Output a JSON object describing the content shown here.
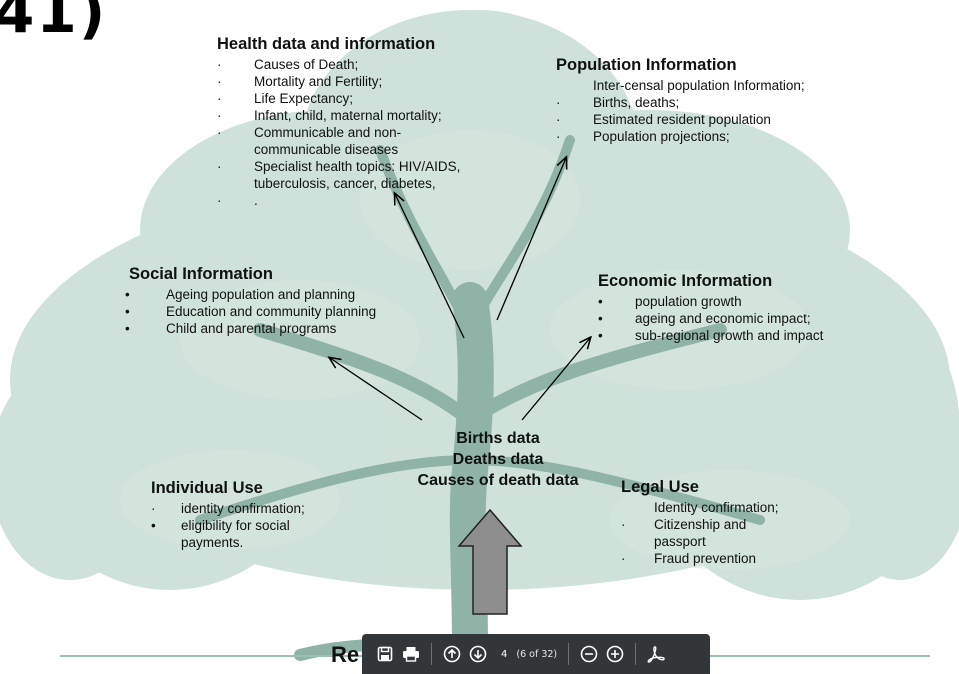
{
  "heading_fragment": "41)",
  "health": {
    "title": "Health data and information",
    "items": [
      {
        "marker": "·",
        "text": "Causes of Death;"
      },
      {
        "marker": "·",
        "text": "Mortality and Fertility;"
      },
      {
        "marker": "·",
        "text": "Life Expectancy;"
      },
      {
        "marker": "·",
        "text": "Infant, child, maternal mortality;"
      },
      {
        "marker": "·",
        "text": "Communicable and non-communicable diseases"
      },
      {
        "marker": "·",
        "text": "Specialist health topics: HIV/AIDS, tuberculosis, cancer, diabetes,"
      },
      {
        "marker": "·",
        "text": "."
      }
    ]
  },
  "population": {
    "title": "Population Information",
    "items": [
      {
        "marker": "",
        "text": "Inter-censal population Information;"
      },
      {
        "marker": "·",
        "text": "Births, deaths;"
      },
      {
        "marker": "·",
        "text": "Estimated resident population"
      },
      {
        "marker": "·",
        "text": "Population projections;"
      }
    ]
  },
  "social": {
    "title": "Social Information",
    "items": [
      {
        "marker": "•",
        "text": "Ageing population and planning"
      },
      {
        "marker": "•",
        "text": "Education and community planning"
      },
      {
        "marker": "•",
        "text": "Child and parental programs"
      }
    ]
  },
  "economic": {
    "title": "Economic Information",
    "items": [
      {
        "marker": "•",
        "text": "population growth"
      },
      {
        "marker": "•",
        "text": "ageing and economic impact;"
      },
      {
        "marker": "•",
        "text": "sub-regional growth and impact"
      }
    ]
  },
  "center": {
    "line1": "Births data",
    "line2": "Deaths data",
    "line3": "Causes of death data"
  },
  "individual": {
    "title": "Individual Use",
    "items": [
      {
        "marker": "·",
        "text": "identity confirmation;"
      },
      {
        "marker": "•",
        "text": "eligibility for social payments."
      }
    ]
  },
  "legal": {
    "title": "Legal Use",
    "items": [
      {
        "marker": "",
        "text": "Identity confirmation;"
      },
      {
        "marker": "·",
        "text": "Citizenship and passport"
      },
      {
        "marker": "·",
        "text": "Fraud prevention"
      }
    ]
  },
  "bottom_title_fragment": "Re",
  "toolbar": {
    "page_number": "4",
    "page_count": "(6 of 32)",
    "icons": [
      "save-icon",
      "print-icon",
      "page-up-icon",
      "page-down-icon",
      "zoom-out-icon",
      "zoom-in-icon",
      "acrobat-icon"
    ]
  },
  "colors": {
    "tree_foliage": "#a7cabc",
    "tree_trunk": "#8fb3a6",
    "toolbar_bg": "#323639",
    "arrow_fill": "#8e8e8e"
  }
}
